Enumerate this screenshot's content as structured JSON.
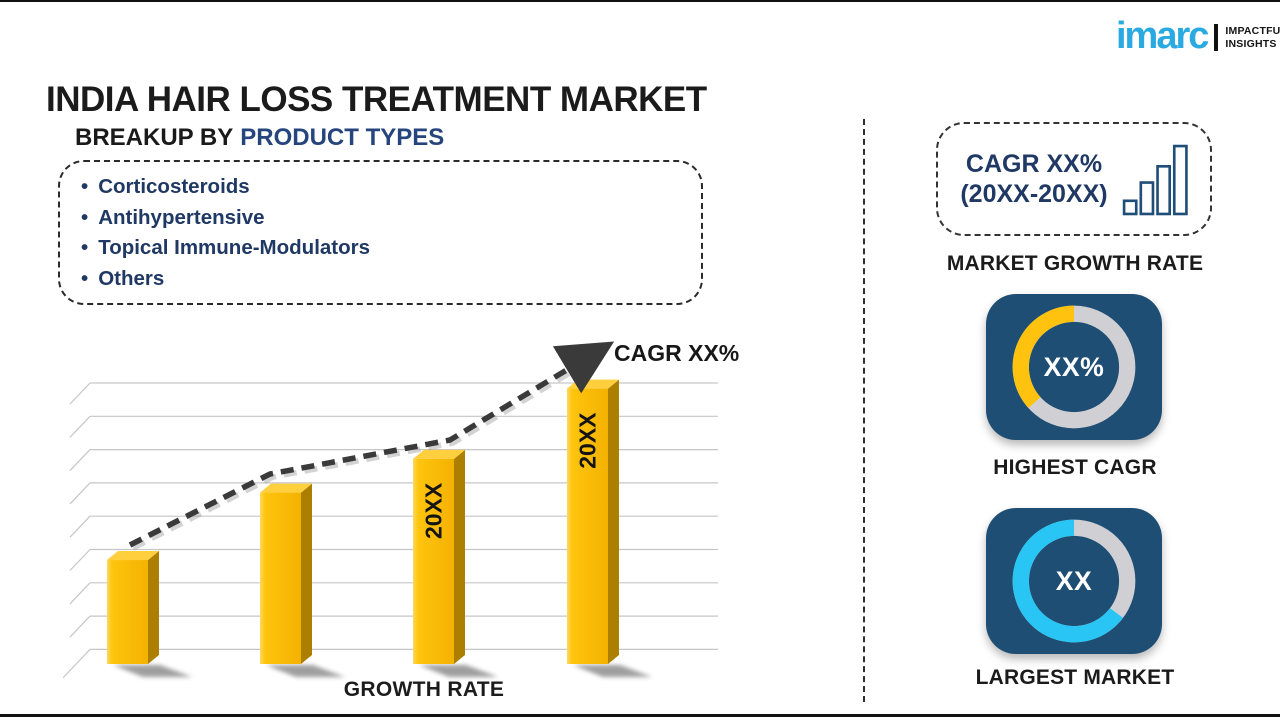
{
  "theme": {
    "navy": "#1F3864",
    "heading_blue": "#26457D",
    "imarc_blue": "#29ABE2",
    "card_bg": "#1F4E74",
    "cyan": "#29C5F4",
    "yellow": "#FFC20E",
    "bar_yellow": "#FEC40E",
    "bar_side": "#AD7F00",
    "bar_top": "#FFCF3E",
    "ring_gray": "#D0D0D4",
    "grid_gray": "#C6C6C6",
    "trend_dark": "#3A3A3A"
  },
  "header": {
    "title": "INDIA HAIR LOSS TREATMENT MARKET"
  },
  "logo": {
    "brand": "imarc",
    "tagline_line1": "IMPACTFUL",
    "tagline_line2": "INSIGHTS"
  },
  "breakup": {
    "heading_prefix": "BREAKUP BY",
    "heading_highlight": "PRODUCT TYPES",
    "items": [
      "Corticosteroids",
      "Antihypertensive",
      "Topical Immune-Modulators",
      "Others"
    ]
  },
  "chart_data": {
    "type": "bar",
    "categories": [
      "",
      "",
      "20XX",
      "20XX"
    ],
    "bar_labels": [
      "",
      "",
      "20XX",
      "20XX"
    ],
    "values": [
      37,
      61,
      73,
      98
    ],
    "ylim": [
      0,
      100
    ],
    "gridlines": 9,
    "grid": true,
    "title": "",
    "xlabel": "GROWTH RATE",
    "ylabel": "",
    "trend_label": "CAGR XX%",
    "trend_style": "dashed-arrow-up"
  },
  "growth_box": {
    "line1": "CAGR XX%",
    "line2": "(20XX-20XX)",
    "caption": "MARKET GROWTH RATE",
    "icon_bars": [
      13,
      31,
      47,
      67
    ]
  },
  "highest_cagr": {
    "center_text": "XX%",
    "caption": "HIGHEST CAGR",
    "segment_start_deg": 228,
    "segment_end_deg": 360,
    "segment_color": "#FFC20E",
    "ring_color": "#D0D0D4"
  },
  "largest_market": {
    "center_text": "XX",
    "caption": "LARGEST MARKET",
    "segment_start_deg": 127,
    "segment_end_deg": 360,
    "segment_color": "#29C5F4",
    "ring_color": "#D0D0D4"
  }
}
